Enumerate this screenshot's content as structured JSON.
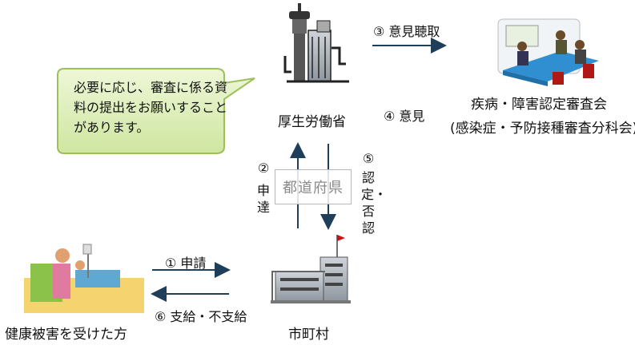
{
  "nodes": {
    "ministry": "厚生労働省",
    "council_line1": "疾病・障害認定審査会",
    "council_line2": "(感染症・予防接種審査分科会)",
    "municipality": "市町村",
    "victim": "健康被害を受けた方",
    "prefecture": "都道府県"
  },
  "steps": {
    "s1": "① 申請",
    "s2_num": "②",
    "s2_text": "申達",
    "s3": "③ 意見聴取",
    "s4": "④ 意見",
    "s5_num": "⑤",
    "s5_text": "認定・否認",
    "s6": "⑥ 支給・不支給"
  },
  "callout": {
    "line1": "必要に応じ、審査に係る資",
    "line2": "料の提出をお願いすること",
    "line3": "があります。"
  },
  "colors": {
    "arrow": "#1f3e5a",
    "callout_fill": "#d9ecb0",
    "callout_border": "#9cc15a"
  }
}
